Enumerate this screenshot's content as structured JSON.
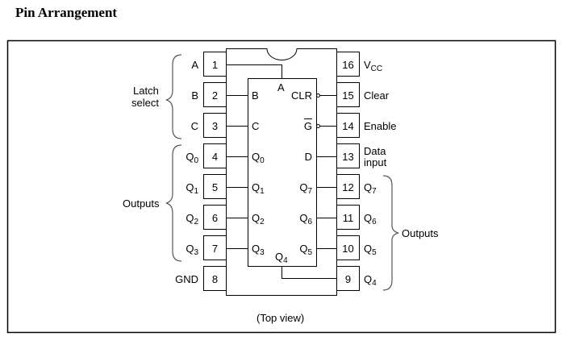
{
  "title": "Pin Arrangement",
  "caption": "(Top view)",
  "groups": {
    "latch_select": [
      "Latch",
      "select"
    ],
    "outputs_left": "Outputs",
    "outputs_right": "Outputs"
  },
  "left_pins": [
    {
      "num": "1",
      "ext": "A",
      "ext_sub": "",
      "int": "",
      "int_sub": ""
    },
    {
      "num": "2",
      "ext": "B",
      "ext_sub": "",
      "int": "B",
      "int_sub": ""
    },
    {
      "num": "3",
      "ext": "C",
      "ext_sub": "",
      "int": "C",
      "int_sub": ""
    },
    {
      "num": "4",
      "ext": "Q",
      "ext_sub": "0",
      "int": "Q",
      "int_sub": "0"
    },
    {
      "num": "5",
      "ext": "Q",
      "ext_sub": "1",
      "int": "Q",
      "int_sub": "1"
    },
    {
      "num": "6",
      "ext": "Q",
      "ext_sub": "2",
      "int": "Q",
      "int_sub": "2"
    },
    {
      "num": "7",
      "ext": "Q",
      "ext_sub": "3",
      "int": "Q",
      "int_sub": "3"
    },
    {
      "num": "8",
      "ext": "GND",
      "ext_sub": "",
      "int": "",
      "int_sub": ""
    }
  ],
  "right_pins": [
    {
      "num": "16",
      "ext": "V",
      "ext_sub": "CC",
      "int": "",
      "int_sub": ""
    },
    {
      "num": "15",
      "ext": "Clear",
      "ext_sub": "",
      "int": "CLR",
      "int_sub": ""
    },
    {
      "num": "14",
      "ext": "Enable",
      "ext_sub": "",
      "int": "G",
      "int_sub": ""
    },
    {
      "num": "13",
      "ext": "Data",
      "ext2": "input",
      "ext_sub": "",
      "int": "D",
      "int_sub": ""
    },
    {
      "num": "12",
      "ext": "Q",
      "ext_sub": "7",
      "int": "Q",
      "int_sub": "7"
    },
    {
      "num": "11",
      "ext": "Q",
      "ext_sub": "6",
      "int": "Q",
      "int_sub": "6"
    },
    {
      "num": "10",
      "ext": "Q",
      "ext_sub": "5",
      "int": "Q",
      "int_sub": "5"
    },
    {
      "num": "9",
      "ext": "Q",
      "ext_sub": "4",
      "int": "",
      "int_sub": ""
    }
  ],
  "internal": {
    "a_label": "A",
    "q4_label": "Q",
    "q4_sub": "4"
  }
}
